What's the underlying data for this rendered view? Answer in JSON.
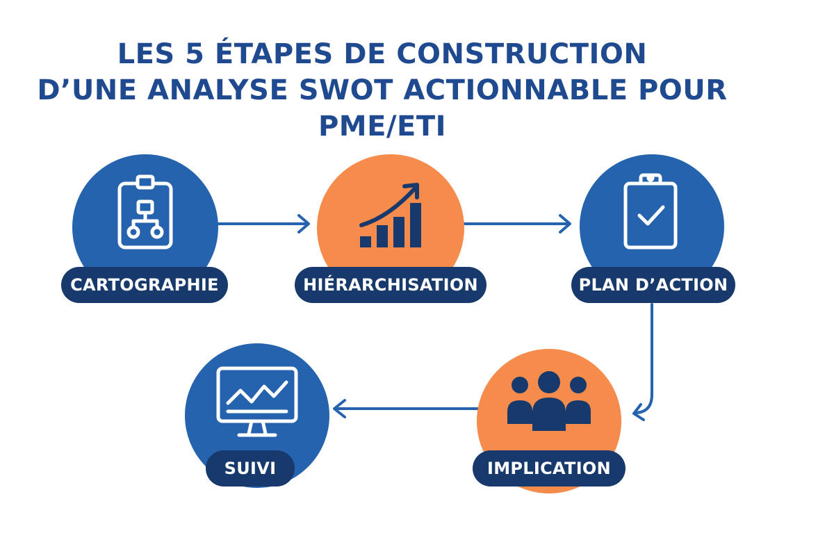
{
  "title": {
    "line1": "LES 5 ÉTAPES DE CONSTRUCTION",
    "line2": "D’UNE ANALYSE SWOT ACTIONNABLE POUR",
    "line3": "PME/ETI"
  },
  "colors": {
    "title": "#1f4a8f",
    "blue": "#2563ae",
    "orange": "#f58c4b",
    "navy": "#17396b",
    "arrow": "#2563ae"
  },
  "steps": [
    {
      "label": "CARTOGRAPHIE",
      "icon": "org-chart-clipboard-icon",
      "color": "blue"
    },
    {
      "label": "HIÉRARCHISATION",
      "icon": "growth-bar-chart-icon",
      "color": "orange"
    },
    {
      "label": "PLAN D’ACTION",
      "icon": "checklist-clipboard-icon",
      "color": "blue"
    },
    {
      "label": "IMPLICATION",
      "icon": "team-people-icon",
      "color": "orange"
    },
    {
      "label": "SUIVI",
      "icon": "monitor-chart-icon",
      "color": "blue"
    }
  ]
}
